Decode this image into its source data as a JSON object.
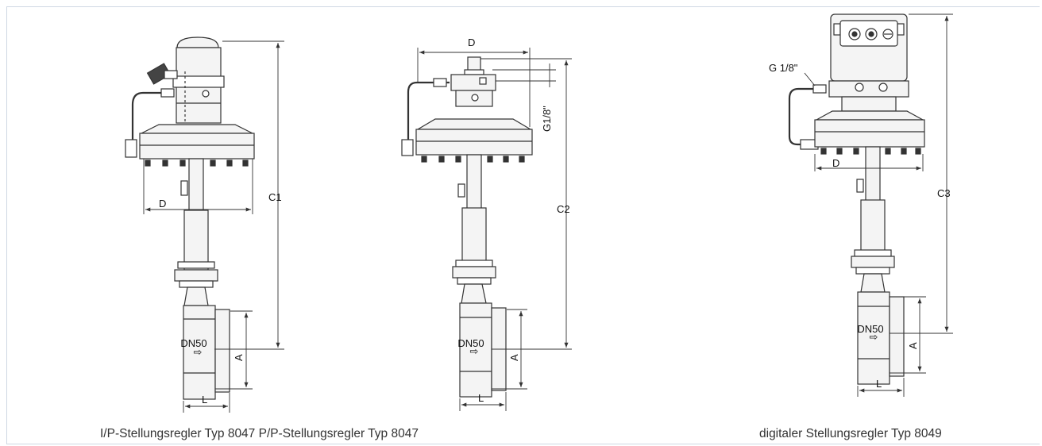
{
  "captions": {
    "left_pair": "I/P-Stellungsregler Typ 8047 P/P-Stellungsregler Typ 8047",
    "right": "digitaler Stellungsregler Typ 8049"
  },
  "dimension_labels": {
    "valve_1": {
      "c": "C1",
      "d": "D",
      "a": "A",
      "l": "L"
    },
    "valve_2": {
      "c": "C2",
      "d": "D",
      "a": "A",
      "l": "L",
      "g": "G1/8\""
    },
    "valve_3": {
      "c": "C3",
      "d": "D",
      "a": "A",
      "l": "L",
      "g": "G 1/8\""
    }
  },
  "body_marking": {
    "size": "DN50",
    "flow_arrow": "⇨"
  },
  "colors": {
    "line": "#333333",
    "frame": "#cfd8e3",
    "fill": "#f4f4f4"
  }
}
